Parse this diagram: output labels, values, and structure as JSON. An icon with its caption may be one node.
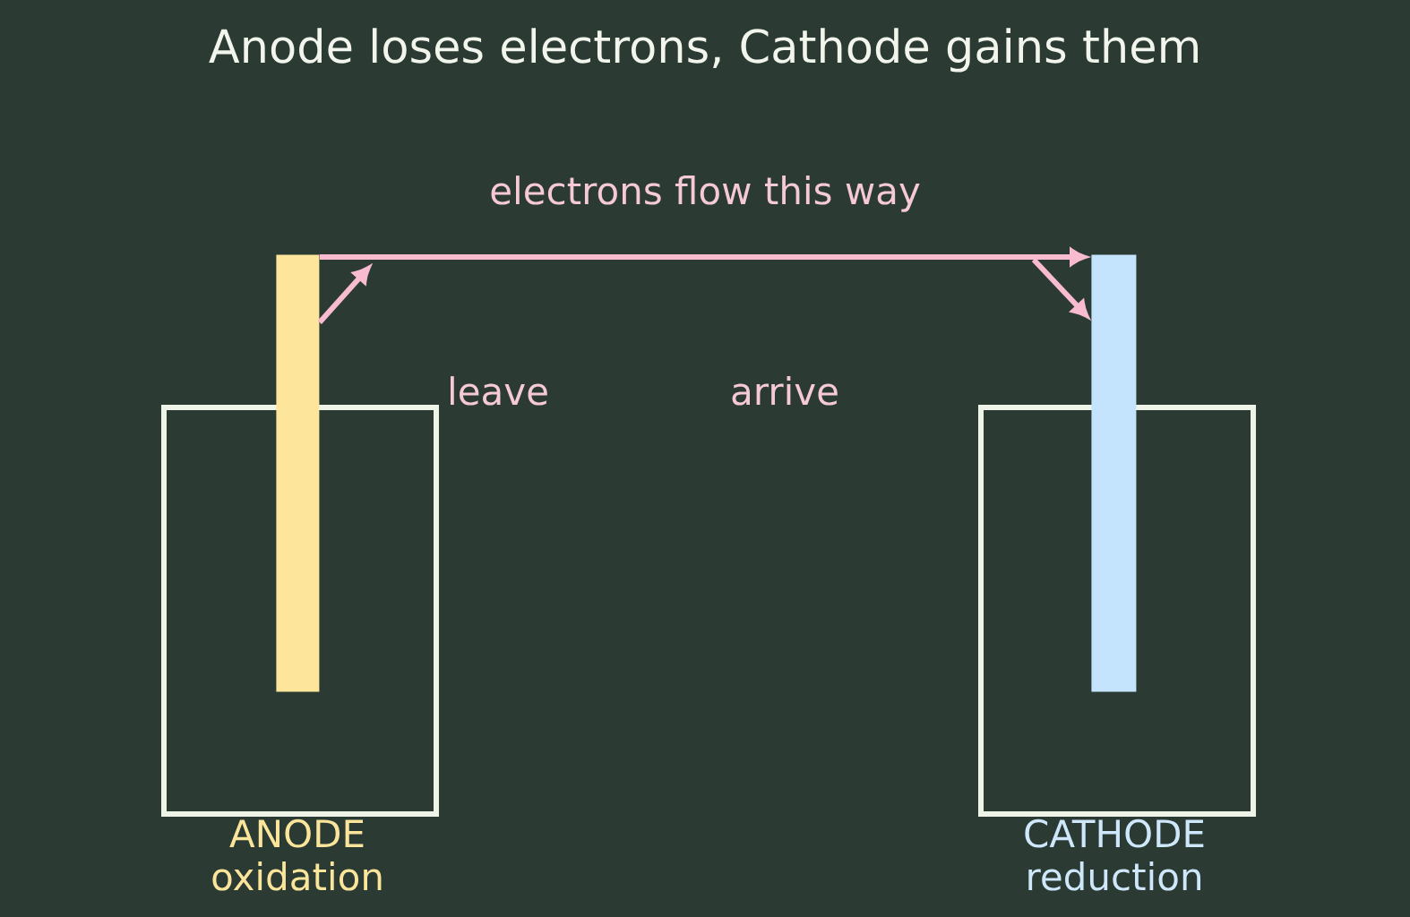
{
  "diagram": {
    "title": "Anode loses electrons, Cathode gains them",
    "nodes": [
      {
        "text": [
          "ANODE",
          "oxidation"
        ]
      },
      {
        "text": [],
        "shape": "bar"
      },
      {
        "text": [
          "CATHODE",
          "reduction"
        ]
      },
      {
        "text": [],
        "shape": "bar"
      }
    ],
    "edges": [
      {
        "from": 1,
        "to": 3,
        "arrow": "to",
        "label": "electrons flow this way"
      },
      {
        "from": 1,
        "to": null,
        "arrow": "to"
      },
      {
        "from": null,
        "to": 3,
        "arrow": "to"
      }
    ],
    "labels": [
      "leave",
      "arrive"
    ]
  }
}
